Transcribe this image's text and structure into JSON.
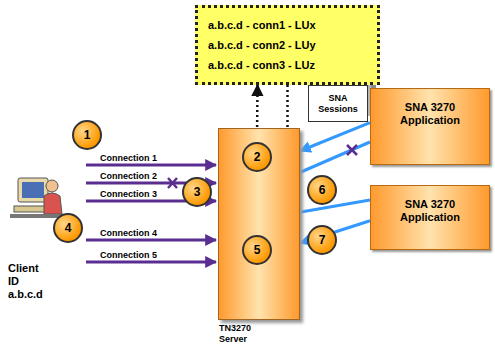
{
  "diagram": {
    "nodes": [
      {
        "text": [
          "a.b.c.d - conn1 - LUx",
          "a.b.c.d - conn2 - LUy",
          "a.b.c.d - conn3 - LUz"
        ]
      },
      {
        "text": [
          "SNA Sessions"
        ]
      },
      {
        "text": [
          "SNA 3270 Application"
        ]
      },
      {
        "text": [
          "1"
        ]
      },
      {
        "text": [
          "TN3270 Server"
        ]
      },
      {
        "text": [
          "2"
        ],
        "in": 4
      },
      {
        "text": [
          "3"
        ]
      },
      {
        "text": [
          "6"
        ]
      },
      {
        "text": [
          "4"
        ]
      },
      {
        "text": [
          "5"
        ],
        "in": 4
      },
      {
        "text": [
          "7"
        ]
      },
      {
        "text": [
          "SNA 3270 Application"
        ]
      }
    ],
    "edges": [
      {
        "from": 5,
        "to": 0,
        "arrow": "to"
      },
      {
        "from": 0,
        "to": 9,
        "arrow": "to"
      },
      {
        "from": 2,
        "to": 4,
        "arrow": "to"
      },
      {
        "from": 11,
        "to": 4,
        "arrow": "to"
      }
    ],
    "labels": [
      "Connection 1",
      "Connection 2",
      "Connection 3",
      "Connection 4",
      "Connection 5",
      "Client ID a.b.c.d"
    ]
  }
}
